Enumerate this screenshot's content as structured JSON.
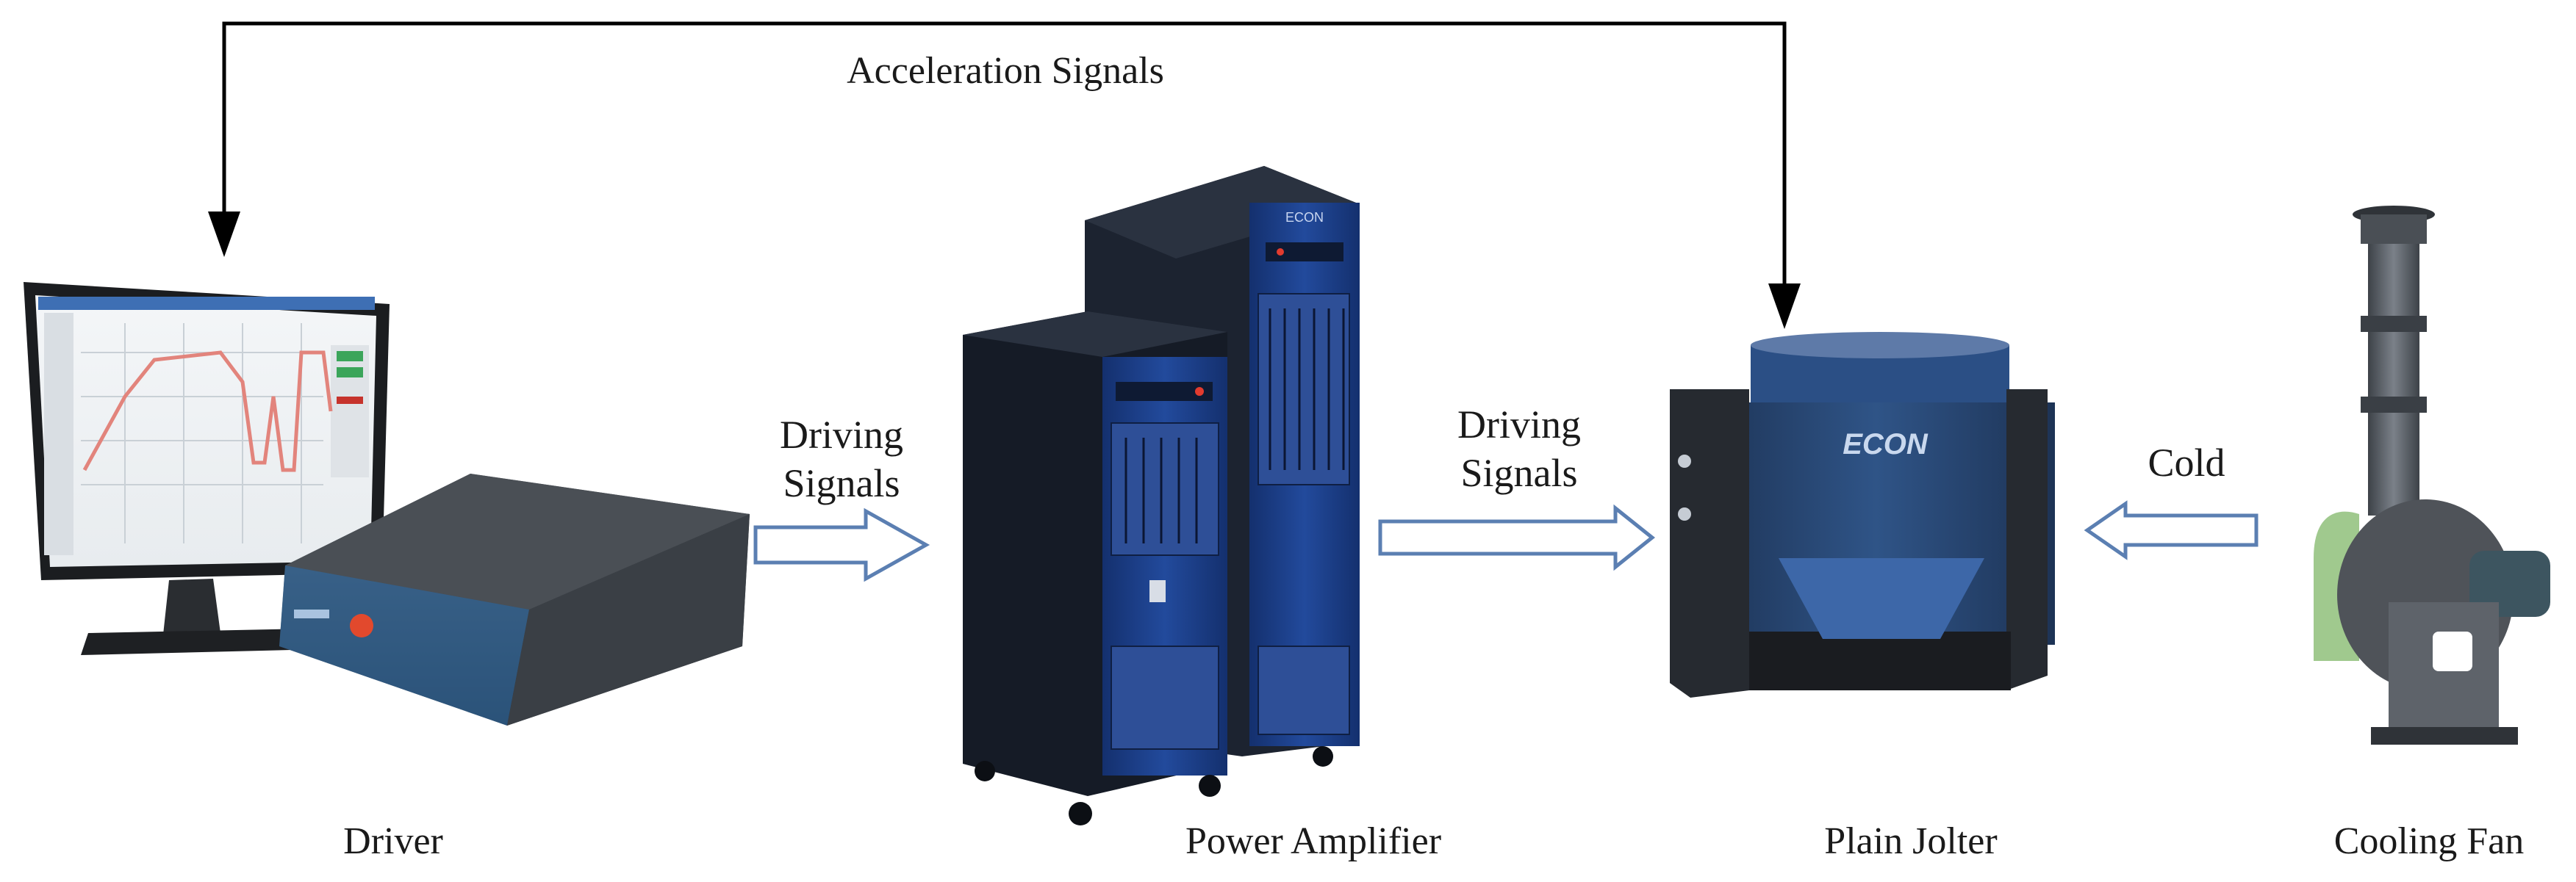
{
  "diagram": {
    "feedback_label": "Acceleration Signals",
    "devices": {
      "driver": {
        "label": "Driver"
      },
      "amplifier": {
        "label": "Power Amplifier",
        "panel_text": "ECON"
      },
      "jolter": {
        "label": "Plain Jolter",
        "brand": "ECON"
      },
      "fan": {
        "label": "Cooling Fan"
      }
    },
    "arrows": {
      "driver_to_amplifier": {
        "line1": "Driving",
        "line2": "Signals"
      },
      "amplifier_to_jolter": {
        "line1": "Driving",
        "line2": "Signals"
      },
      "fan_to_jolter": {
        "label": "Cold"
      }
    },
    "colors": {
      "arrow_outline": "#5b7fb2",
      "line": "#000000",
      "cabinet_blue": "#1f3f8a",
      "cabinet_dark": "#1c2330",
      "shaker_blue": "#24426e",
      "fan_grey": "#5a6068"
    }
  }
}
